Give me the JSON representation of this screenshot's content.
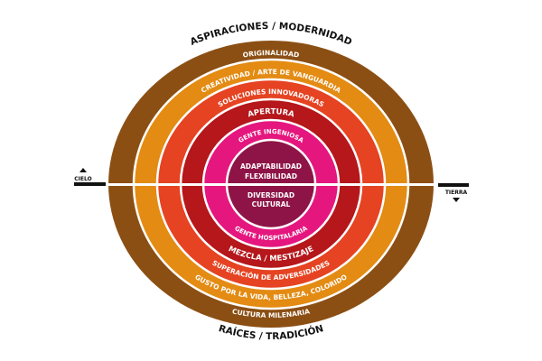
{
  "title_top": "ASPIRACIONES / MODERNIDAD",
  "title_bottom": "RAÍCES / TRADICIÓN",
  "left_marker": {
    "label": "CIELO",
    "icon": "triangle-up-icon"
  },
  "right_marker": {
    "label": "TIERRA",
    "icon": "triangle-down-icon"
  },
  "colors": {
    "ring_1": "#8B4F14",
    "ring_2": "#E38B13",
    "ring_3": "#E54322",
    "ring_4": "#B5171B",
    "ring_5": "#E5177F",
    "core": "#8E1447",
    "divider": "#ffffff",
    "text_dark": "#111111"
  },
  "rings": [
    {
      "id": "ring-1",
      "top": "ORIGINALIDAD",
      "bottom": "CULTURA MILENARIA"
    },
    {
      "id": "ring-2",
      "top": "CREATIVIDAD / ARTE DE VANGUARDIA",
      "bottom": "GUSTO POR LA VIDA, BELLEZA, COLORIDO"
    },
    {
      "id": "ring-3",
      "top": "SOLUCIONES INNOVADORAS",
      "bottom": "SUPERACIÓN DE ADVERSIDADES"
    },
    {
      "id": "ring-4",
      "top": "APERTURA",
      "bottom": "MEZCLA / MESTIZAJE"
    },
    {
      "id": "ring-5",
      "top": "GENTE INGENIOSA",
      "bottom": "GENTE HOSPITALARIA"
    }
  ],
  "core": {
    "top_lines": [
      "ADAPTABILIDAD",
      "FLEXIBILIDAD"
    ],
    "bottom_lines": [
      "DIVERSIDAD",
      "CULTURAL"
    ]
  }
}
